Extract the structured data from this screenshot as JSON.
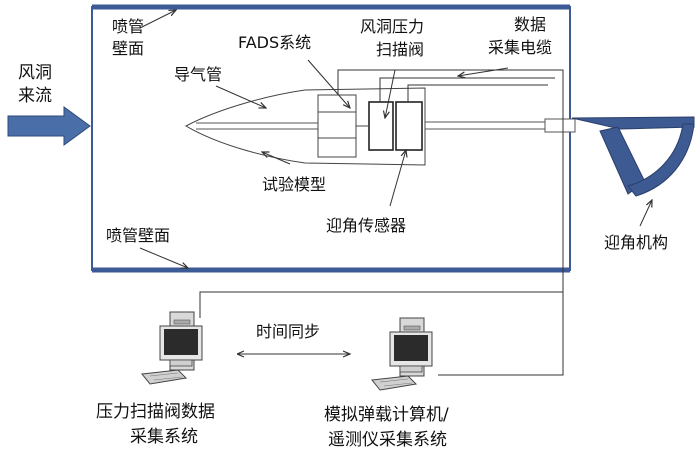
{
  "labels": {
    "inflow_line1": "风洞",
    "inflow_line2": "来流",
    "nozzle_wall_top_line1": "喷管",
    "nozzle_wall_top_line2": "壁面",
    "fads_system": "FADS系统",
    "scan_valve_line1": "风洞压力",
    "scan_valve_line2": "扫描阀",
    "data_cable_line1": "数据",
    "data_cable_line2": "采集电缆",
    "pressure_tube": "导气管",
    "test_model": "试验模型",
    "aoa_sensor": "迎角传感器",
    "nozzle_wall_bottom": "喷管壁面",
    "aoa_mechanism": "迎角机构",
    "time_sync": "时间同步",
    "pc_left_line1": "压力扫描阀数据",
    "pc_left_line2": "采集系统",
    "pc_right_line1": "模拟弹载计算机/",
    "pc_right_line2": "遥测仪采集系统"
  },
  "colors": {
    "wall_blue": "#3c5a96",
    "flow_arrow": "#4a6fa8",
    "mechanism": "#3e5a92",
    "line": "#333333"
  },
  "icons": {
    "inflow": "right-arrow-icon",
    "computer": "desktop-computer-icon",
    "sync": "double-arrow-icon"
  }
}
